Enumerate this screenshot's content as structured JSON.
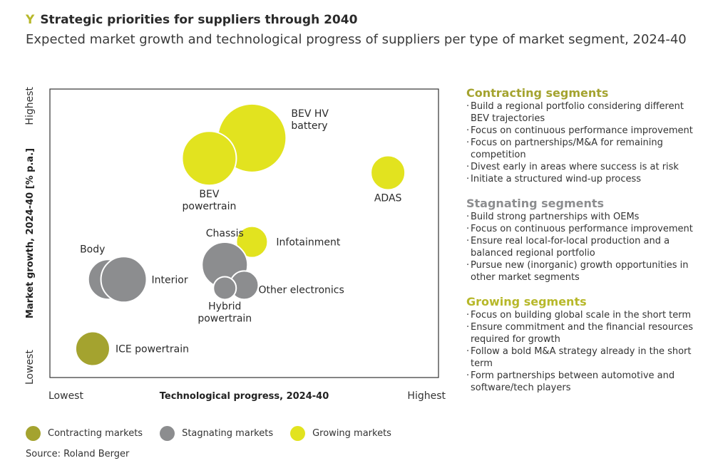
{
  "header": {
    "marker": "Y",
    "title": "Strategic priorities for suppliers through 2040",
    "subtitle": "Expected market growth and technological progress of suppliers per type of market segment, 2024-40"
  },
  "colors": {
    "growing": "#e2e31f",
    "stagnating": "#8c8d8f",
    "contracting": "#a4a32f",
    "growing_heading": "#b7b82a",
    "stagnating_heading": "#8c8d8f",
    "contracting_heading": "#a4a32f"
  },
  "chart_data": {
    "type": "scatter",
    "title": "",
    "xlabel": "Technological progress, 2024-40",
    "ylabel": "Market growth, 2024-40 [% p.a.]",
    "x_ticks": [
      "Lowest",
      "Highest"
    ],
    "y_ticks": [
      "Lowest",
      "Highest"
    ],
    "xlim": [
      0,
      100
    ],
    "ylim": [
      0,
      100
    ],
    "grid": false,
    "legend_placement": "bottom",
    "series": [
      {
        "name": "Contracting markets",
        "key": "contracting"
      },
      {
        "name": "Stagnating markets",
        "key": "stagnating"
      },
      {
        "name": "Growing markets",
        "key": "growing"
      }
    ],
    "points": [
      {
        "label": "BEV HV battery",
        "category": "growing",
        "x": 52,
        "y": 83,
        "size": 48
      },
      {
        "label": "BEV powertrain",
        "category": "growing",
        "x": 41,
        "y": 76,
        "size": 38
      },
      {
        "label": "ADAS",
        "category": "growing",
        "x": 87,
        "y": 71,
        "size": 24
      },
      {
        "label": "Infotainment",
        "category": "growing",
        "x": 52,
        "y": 47,
        "size": 22
      },
      {
        "label": "Body",
        "category": "stagnating",
        "x": 15,
        "y": 34,
        "size": 28
      },
      {
        "label": "Interior",
        "category": "stagnating",
        "x": 19,
        "y": 34,
        "size": 32
      },
      {
        "label": "Chassis",
        "category": "stagnating",
        "x": 45,
        "y": 39,
        "size": 32
      },
      {
        "label": "Other electronics",
        "category": "stagnating",
        "x": 50,
        "y": 32,
        "size": 20
      },
      {
        "label": "Hybrid powertrain",
        "category": "stagnating",
        "x": 45,
        "y": 31,
        "size": 16
      },
      {
        "label": "ICE powertrain",
        "category": "contracting",
        "x": 11,
        "y": 10,
        "size": 24
      }
    ]
  },
  "segments": [
    {
      "title": "Contracting segments",
      "key": "contracting",
      "items": [
        "Build a regional portfolio considering different BEV trajectories",
        "Focus on continuous performance improvement",
        "Focus on partnerships/M&A for remaining competition",
        "Divest early in areas where success is at risk",
        "Initiate a structured wind-up process"
      ]
    },
    {
      "title": "Stagnating segments",
      "key": "stagnating",
      "items": [
        "Build strong partnerships with OEMs",
        "Focus on continuous performance improvement",
        "Ensure real local-for-local production and a balanced regional portfolio",
        "Pursue new (inorganic) growth opportunities in other market segments"
      ]
    },
    {
      "title": "Growing segments",
      "key": "growing",
      "items": [
        "Focus on building global scale in the short term",
        "Ensure commitment and the financial resources required for growth",
        "Follow a bold M&A strategy already in the short term",
        "Form partnerships between automotive and software/tech players"
      ]
    }
  ],
  "legend": [
    {
      "label": "Contracting markets",
      "key": "contracting"
    },
    {
      "label": "Stagnating markets",
      "key": "stagnating"
    },
    {
      "label": "Growing markets",
      "key": "growing"
    }
  ],
  "source": "Source: Roland Berger"
}
